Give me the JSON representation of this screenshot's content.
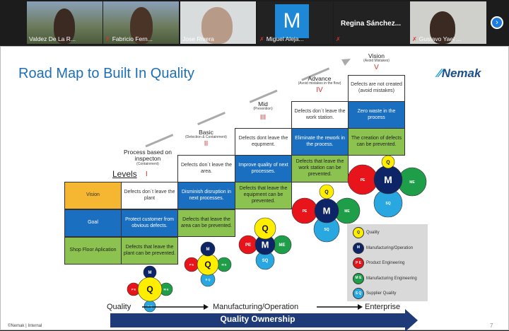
{
  "participants": [
    {
      "name": "Valdez  De La R...",
      "muted": false
    },
    {
      "name": "Fabricio Fern...",
      "muted": true
    },
    {
      "name": "Jose Rivera",
      "muted": false
    },
    {
      "name": "Miguel Aleja...",
      "muted": true,
      "avatar_letter": "M"
    },
    {
      "name": "Regina  Sánchez...",
      "muted": true
    },
    {
      "name": "Gustavo Yael ...",
      "muted": true
    }
  ],
  "next_icon": "chevron-right-icon",
  "slide": {
    "title": "Road Map to Built In Quality",
    "logo": "Nemak",
    "levels_label": "Levels",
    "levels": [
      "Vision",
      "Goal",
      "Shop Floor Aplication"
    ],
    "stages": [
      {
        "name": "Process based on inspecton",
        "sub": "(Containment)",
        "numeral": "I",
        "cells": [
          "Defects don´t leave the plant",
          "Protect customer from obvious defects.",
          "Defects that leave the plant can be prevented."
        ]
      },
      {
        "name": "Basic",
        "sub": "(Detection & Containment)",
        "numeral": "II",
        "cells": [
          "Defects don´t leave the area.",
          "Disminish disruption in next processes.",
          "Defects that leave the area can be prevented."
        ]
      },
      {
        "name": "Mid",
        "sub": "(Prevention)",
        "numeral": "III",
        "cells": [
          "Defects dont leave the equpment.",
          "Improve quality of next processes.",
          "Defects that leave the equipment can be prevented."
        ]
      },
      {
        "name": "Advance",
        "sub": "(Avoid mistakes in the flow)",
        "numeral": "IV",
        "cells": [
          "Defects don´t leave the work station.",
          "Eliminate the rework in the process.",
          "Defects that leave the work station can be prevented."
        ]
      },
      {
        "name": "Vision",
        "sub": "(Avoid Mistakes)",
        "numeral": "V",
        "cells": [
          "Defects are not created (avoid mistakes)",
          "Zero waste in the process",
          "The creation of defects can be prevented."
        ]
      }
    ],
    "circle_labels": {
      "q": "Q",
      "m": "M",
      "pe": "PE",
      "me": "ME",
      "sq": "SQ",
      "pe_v": "P E",
      "me_v": "M E",
      "sq_v": "S Q"
    },
    "legend": [
      {
        "code": "Q",
        "label": "Quality",
        "color": "#ffee00"
      },
      {
        "code": "M",
        "label": "Manufacturing/Operation",
        "color": "#0d2466"
      },
      {
        "code": "P E",
        "label": "Product Engineering",
        "color": "#e8141c"
      },
      {
        "code": "M E",
        "label": "Manufacturing Engineering",
        "color": "#1e9e48"
      },
      {
        "code": "S Q",
        "label": "Supplier Quality",
        "color": "#29a7e1"
      }
    ],
    "flow": [
      "Quality",
      "Manufacturing/Operation",
      "Enterprise"
    ],
    "ownership": "Quality Ownership",
    "footer": "©Nemak | Internal",
    "page_number": "7"
  }
}
